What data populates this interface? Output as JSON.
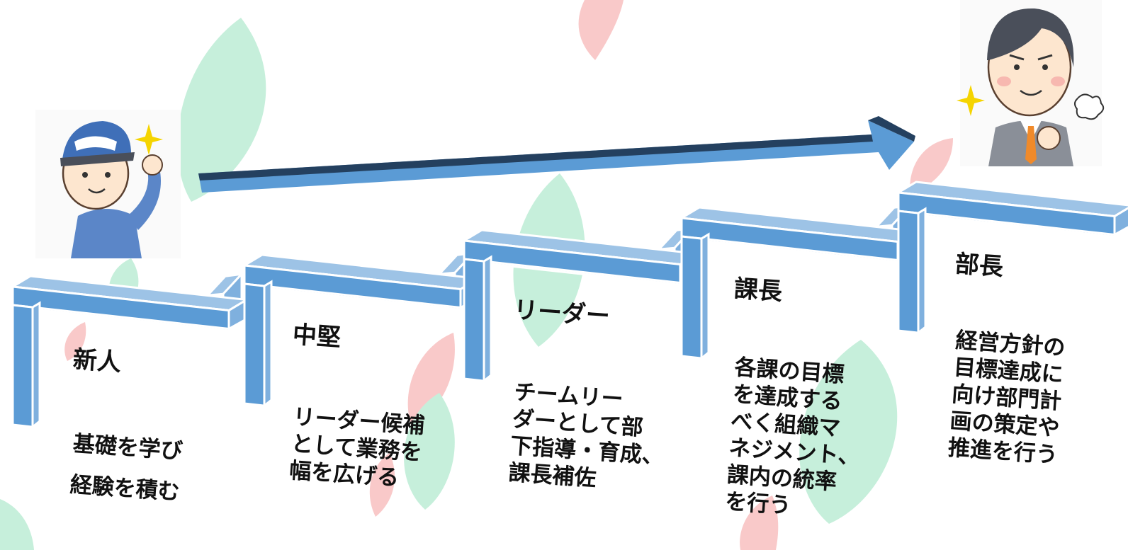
{
  "colors": {
    "beam_face": "#5b9bd5",
    "beam_top": "#9dc3e6",
    "beam_side": "#7fb0de",
    "beam_edge": "#ffffff",
    "arrow_fill": "#5b9bd5",
    "arrow_dark": "#24405f",
    "petal_green": "#c6efdb",
    "petal_pink": "#f9c9c9",
    "cap_blue": "#3f6fb8",
    "uniform_blue": "#5b86c8",
    "suit_gray": "#8a8f98",
    "tie_orange": "#f08a2a",
    "hair_dark": "#4a4f5a",
    "skin": "#fde6cf",
    "sparkle_yellow": "#f5d400"
  },
  "icons": {
    "start": "newcomer-worker-icon",
    "end": "manager-businessman-icon",
    "sparkle": "sparkle-icon",
    "progress": "progress-arrow-icon"
  },
  "stages": [
    {
      "title": "新人",
      "description": "基礎を学び\n経験を積む"
    },
    {
      "title": "中堅",
      "description": "リーダー候補\nとして業務を\n幅を広げる"
    },
    {
      "title": "リーダー",
      "description": "チームリー\nダーとして部\n下指導・育成、\n課長補佐"
    },
    {
      "title": "課長",
      "description": "各課の目標\nを達成する\nべく組織マ\nネジメント、\n課内の統率\nを行う"
    },
    {
      "title": "部長",
      "description": "経営方針の\n目標達成に\n向け部門計\n画の策定や\n推進を行う"
    }
  ]
}
